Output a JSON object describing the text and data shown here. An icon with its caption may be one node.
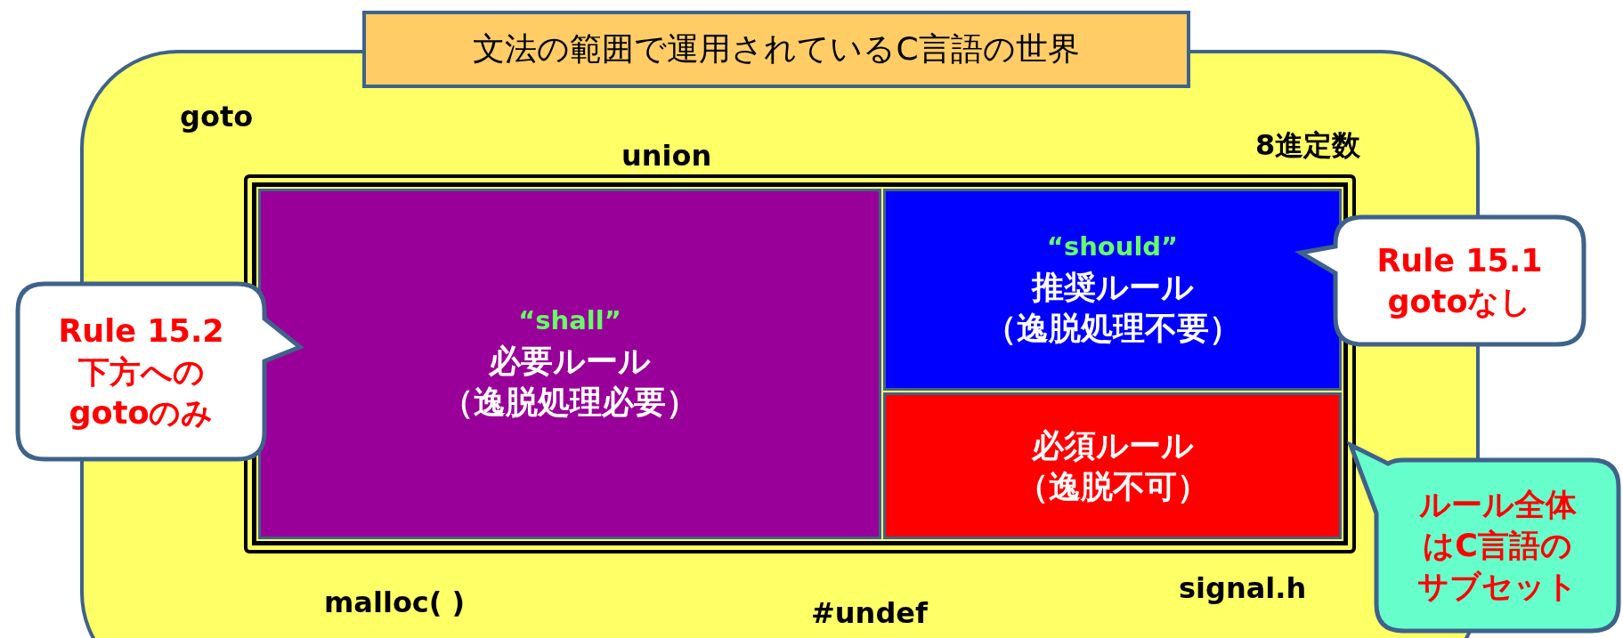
{
  "diagram": {
    "title": "文法の範囲で運用されているC言語の世界",
    "nodes": [
      {
        "text": [
          "goto",
          "8進定数",
          "union",
          "signal.h",
          "malloc( )",
          "#undef"
        ]
      },
      {
        "text": [],
        "shape": "box",
        "in": 0
      },
      {
        "text": [
          "“shall”",
          "必要ルール",
          "（逸脱処理必要）"
        ],
        "in": 1
      },
      {
        "text": [
          "“should”",
          "推奨ルール",
          "（逸脱処理不要）"
        ],
        "in": 1
      },
      {
        "text": [
          "必須ルール",
          "（逸脱不可）"
        ],
        "in": 1
      },
      {
        "text": [
          "Rule 15.2 下方へのgotoのみ"
        ]
      },
      {
        "text": [
          "Rule 15.1 gotoなし"
        ]
      },
      {
        "text": [
          "ルール全体はC言語のサブセット"
        ]
      }
    ],
    "edges": []
  }
}
